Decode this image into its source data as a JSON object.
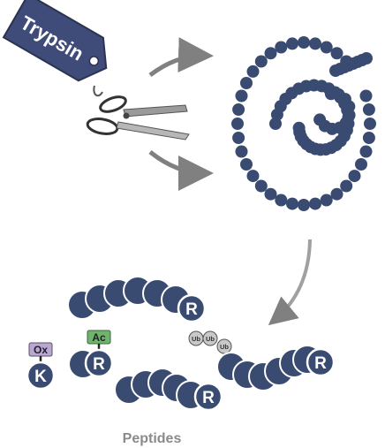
{
  "colors": {
    "bead": "#3a4b72",
    "bead_stroke": "#ffffff",
    "tag": "#3f4b79",
    "tag_text": "#ffffff",
    "arrow": "#808080",
    "ox_badge": "#b9a6d6",
    "ac_badge": "#6fb36f",
    "ub_bead": "#c9c9c9",
    "caption": "#8a8a8a"
  },
  "icons": {
    "scissors": "scissors-icon",
    "tag": "tag-icon"
  },
  "labels": {
    "enzyme": "Trypsin",
    "residue_r": "R",
    "residue_k": "K",
    "mod_oxidation": "Ox",
    "mod_acetyl": "Ac",
    "mod_ubiquitin": "Ub",
    "caption": "Peptides"
  }
}
